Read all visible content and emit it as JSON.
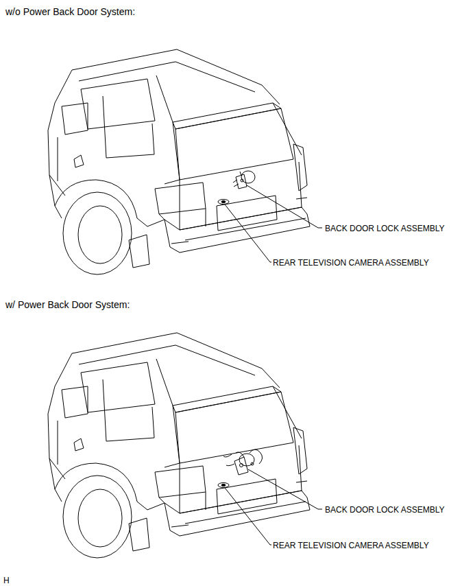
{
  "diagram": {
    "labels": [
      "w/o Power Back Door System:",
      "BACK DOOR LOCK ASSEMBLY",
      "REAR TELEVISION CAMERA ASSEMBLY",
      "w/ Power Back Door System:",
      "BACK DOOR LOCK ASSEMBLY",
      "REAR TELEVISION CAMERA ASSEMBLY",
      "H"
    ]
  }
}
